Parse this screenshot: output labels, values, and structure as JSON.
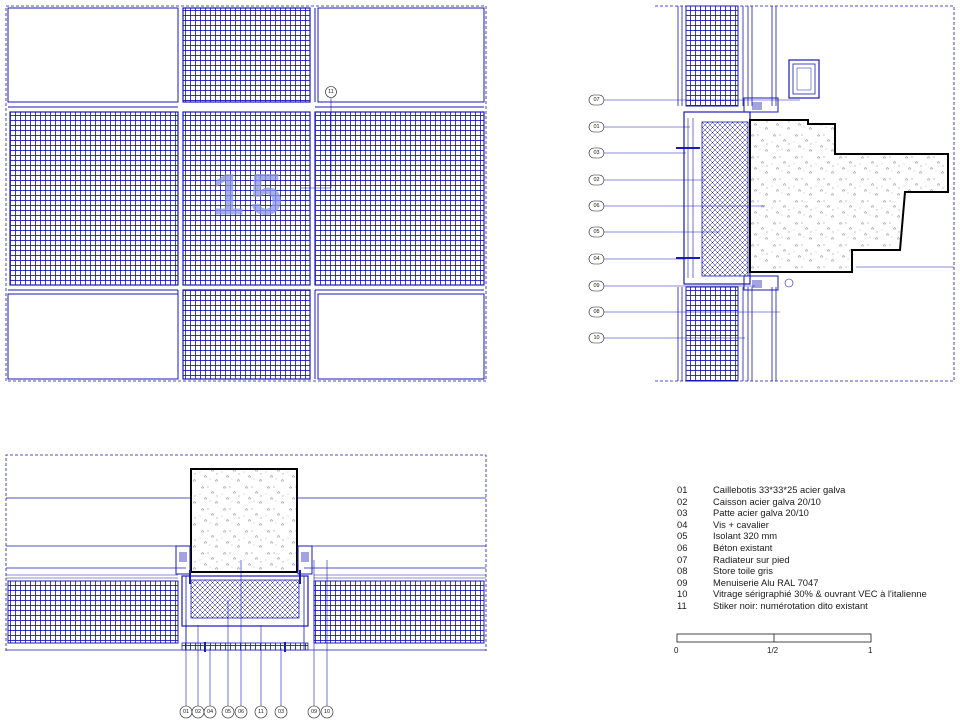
{
  "drawing": {
    "line_color": "#1a1ab4",
    "section_color": "#000000",
    "number_sticker_text": "15"
  },
  "callouts": {
    "plan_view": [
      "11"
    ],
    "vertical_section": [
      "07",
      "01",
      "03",
      "02",
      "06",
      "05",
      "04",
      "09",
      "08",
      "10"
    ],
    "horizontal_section": [
      "01",
      "02",
      "04",
      "05",
      "06",
      "11",
      "03",
      "09",
      "10"
    ]
  },
  "legend": {
    "items": [
      {
        "code": "01",
        "text": "Caillebotis 33*33*25 acier galva"
      },
      {
        "code": "02",
        "text": "Caisson acier galva 20/10"
      },
      {
        "code": "03",
        "text": "Patte acier galva 20/10"
      },
      {
        "code": "04",
        "text": "Vis + cavalier"
      },
      {
        "code": "05",
        "text": "Isolant 320 mm"
      },
      {
        "code": "06",
        "text": "Béton existant"
      },
      {
        "code": "07",
        "text": "Radiateur sur pied"
      },
      {
        "code": "08",
        "text": "Store toile gris"
      },
      {
        "code": "09",
        "text": "Menuiserie Alu RAL 7047"
      },
      {
        "code": "10",
        "text": "Vitrage sérigraphié 30% & ouvrant VEC à l'italienne"
      },
      {
        "code": "11",
        "text": "Stiker noir: numérotation dito existant"
      }
    ]
  },
  "scale_bar": {
    "labels": [
      "0",
      "1/2",
      "1"
    ]
  }
}
